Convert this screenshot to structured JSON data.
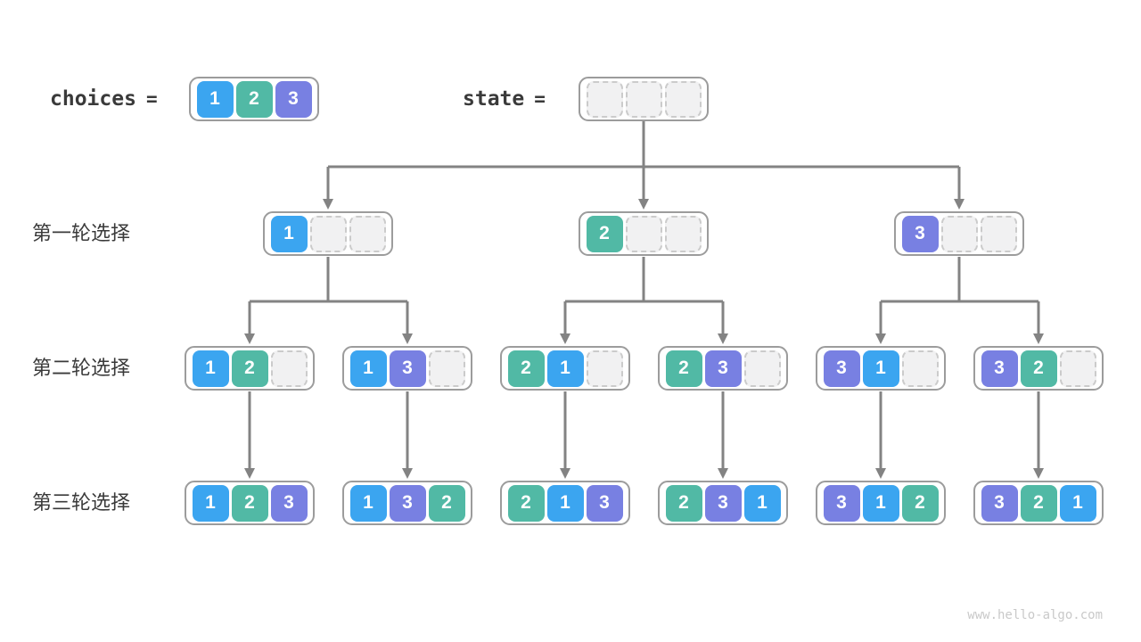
{
  "header": {
    "choices_label": "choices",
    "state_label": "state",
    "equals": "="
  },
  "choices": {
    "cells": [
      1,
      2,
      3
    ]
  },
  "state": {
    "cells": [
      null,
      null,
      null
    ]
  },
  "rows": [
    {
      "label": "第一轮选择",
      "nodes": [
        [
          1,
          null,
          null
        ],
        [
          2,
          null,
          null
        ],
        [
          3,
          null,
          null
        ]
      ]
    },
    {
      "label": "第二轮选择",
      "nodes": [
        [
          1,
          2,
          null
        ],
        [
          1,
          3,
          null
        ],
        [
          2,
          1,
          null
        ],
        [
          2,
          3,
          null
        ],
        [
          3,
          1,
          null
        ],
        [
          3,
          2,
          null
        ]
      ]
    },
    {
      "label": "第三轮选择",
      "nodes": [
        [
          1,
          2,
          3
        ],
        [
          1,
          3,
          2
        ],
        [
          2,
          1,
          3
        ],
        [
          2,
          3,
          1
        ],
        [
          3,
          1,
          2
        ],
        [
          3,
          2,
          1
        ]
      ]
    }
  ],
  "watermark": "www.hello-algo.com",
  "colors": {
    "value1": "#3BA5F0",
    "value2": "#51B9A5",
    "value3": "#7880E2",
    "empty_fill": "#F1F1F2",
    "empty_border": "#CBCBCB",
    "node_border": "#9C9C9C",
    "arrow": "#838383",
    "text": "#3A3A3A",
    "watermark": "#C9C9C9"
  }
}
